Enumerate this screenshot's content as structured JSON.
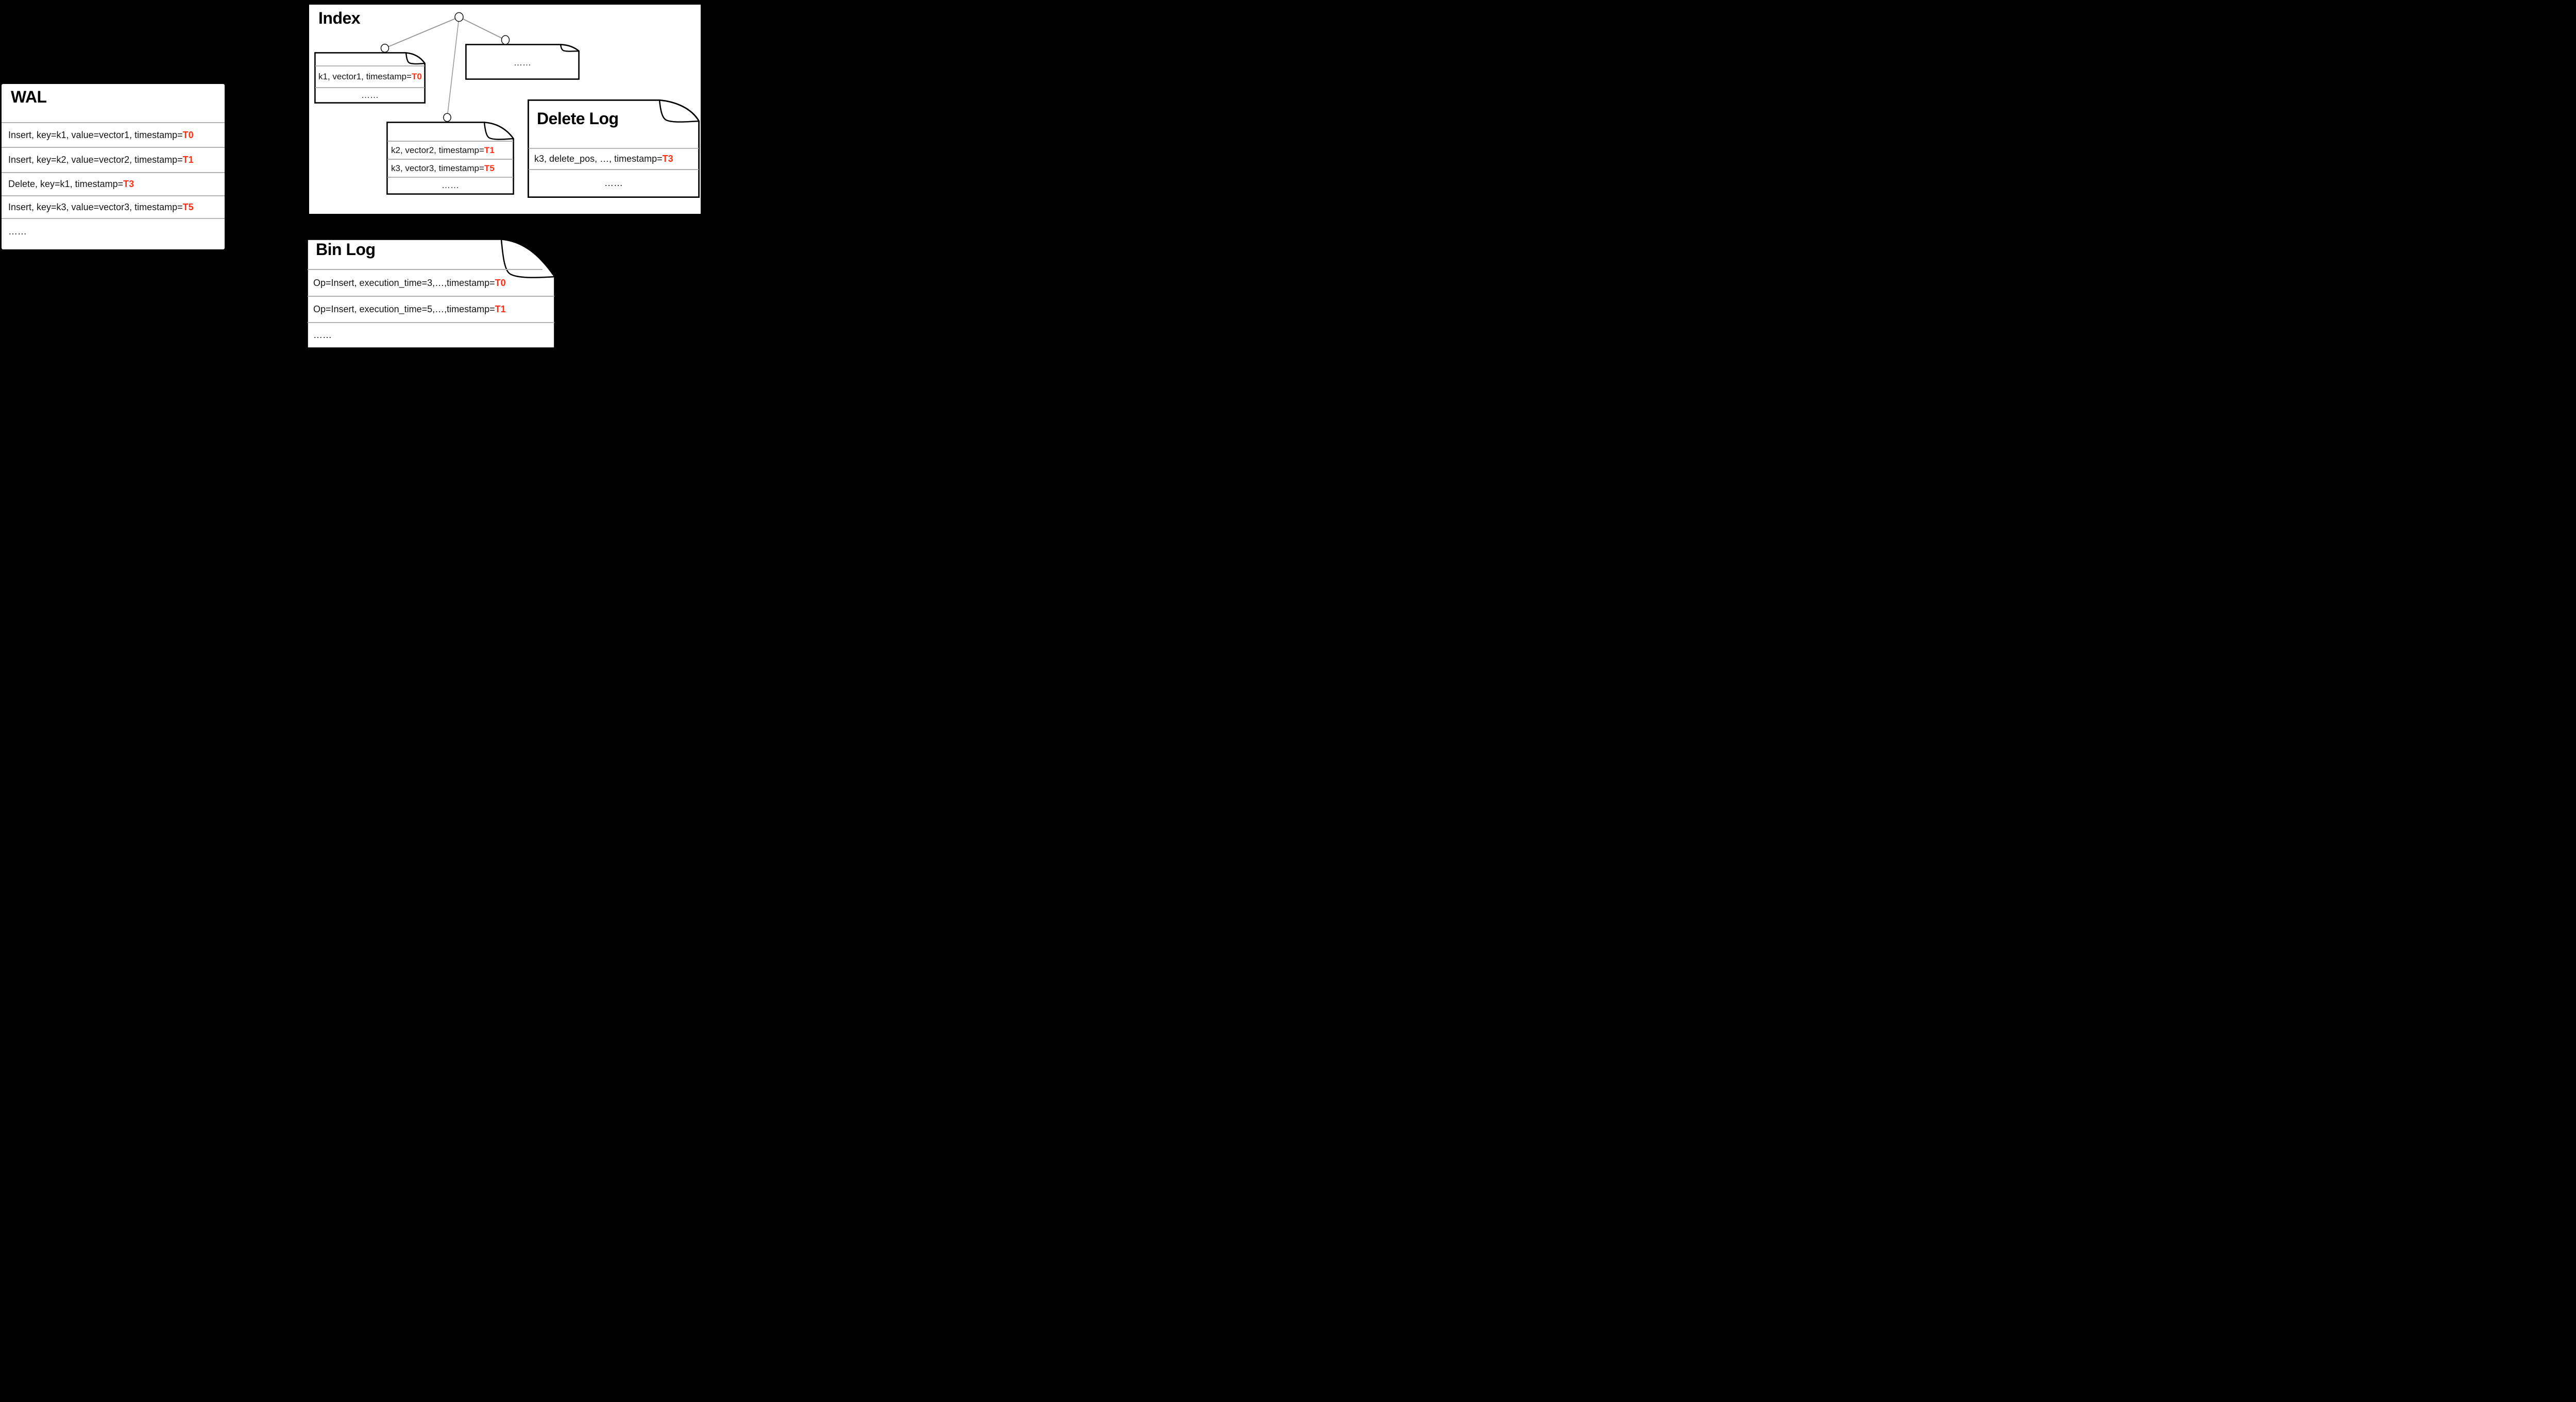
{
  "colors": {
    "background": "#000000",
    "box_fill": "#ffffff",
    "box_border": "#000000",
    "separator_gray": "#b3b3b3",
    "tree_edge_gray": "#999999",
    "timestamp_red": "#ff2d12"
  },
  "wal": {
    "title": "WAL",
    "entries": [
      {
        "text": "Insert, key=k1, value=vector1, timestamp=",
        "timestamp": "T0"
      },
      {
        "text": "Insert, key=k2, value=vector2, timestamp=",
        "timestamp": "T1"
      },
      {
        "text": "Delete, key=k1, timestamp=",
        "timestamp": "T3"
      },
      {
        "text": "Insert, key=k3, value=vector3, timestamp=",
        "timestamp": "T5"
      }
    ],
    "more": "……"
  },
  "index": {
    "title": "Index",
    "leaf_k1": {
      "rows": [
        {
          "text": "k1, vector1, timestamp=",
          "timestamp": "T0"
        }
      ],
      "more": "……"
    },
    "leaf_mid": {
      "rows": [
        {
          "text": "k2, vector2, timestamp=",
          "timestamp": "T1"
        },
        {
          "text": "k3, vector3, timestamp=",
          "timestamp": "T5"
        }
      ],
      "more": "……"
    },
    "leaf_other": {
      "more": "……"
    }
  },
  "delete_log": {
    "title": "Delete Log",
    "entries": [
      {
        "text": "k3, delete_pos, …, timestamp=",
        "timestamp": "T3"
      }
    ],
    "more": "……"
  },
  "bin_log": {
    "title": "Bin Log",
    "entries": [
      {
        "text": "Op=Insert, execution_time=3,…,timestamp=",
        "timestamp": "T0"
      },
      {
        "text": "Op=Insert, execution_time=5,…,timestamp=",
        "timestamp": "T1"
      }
    ],
    "more": "……"
  }
}
